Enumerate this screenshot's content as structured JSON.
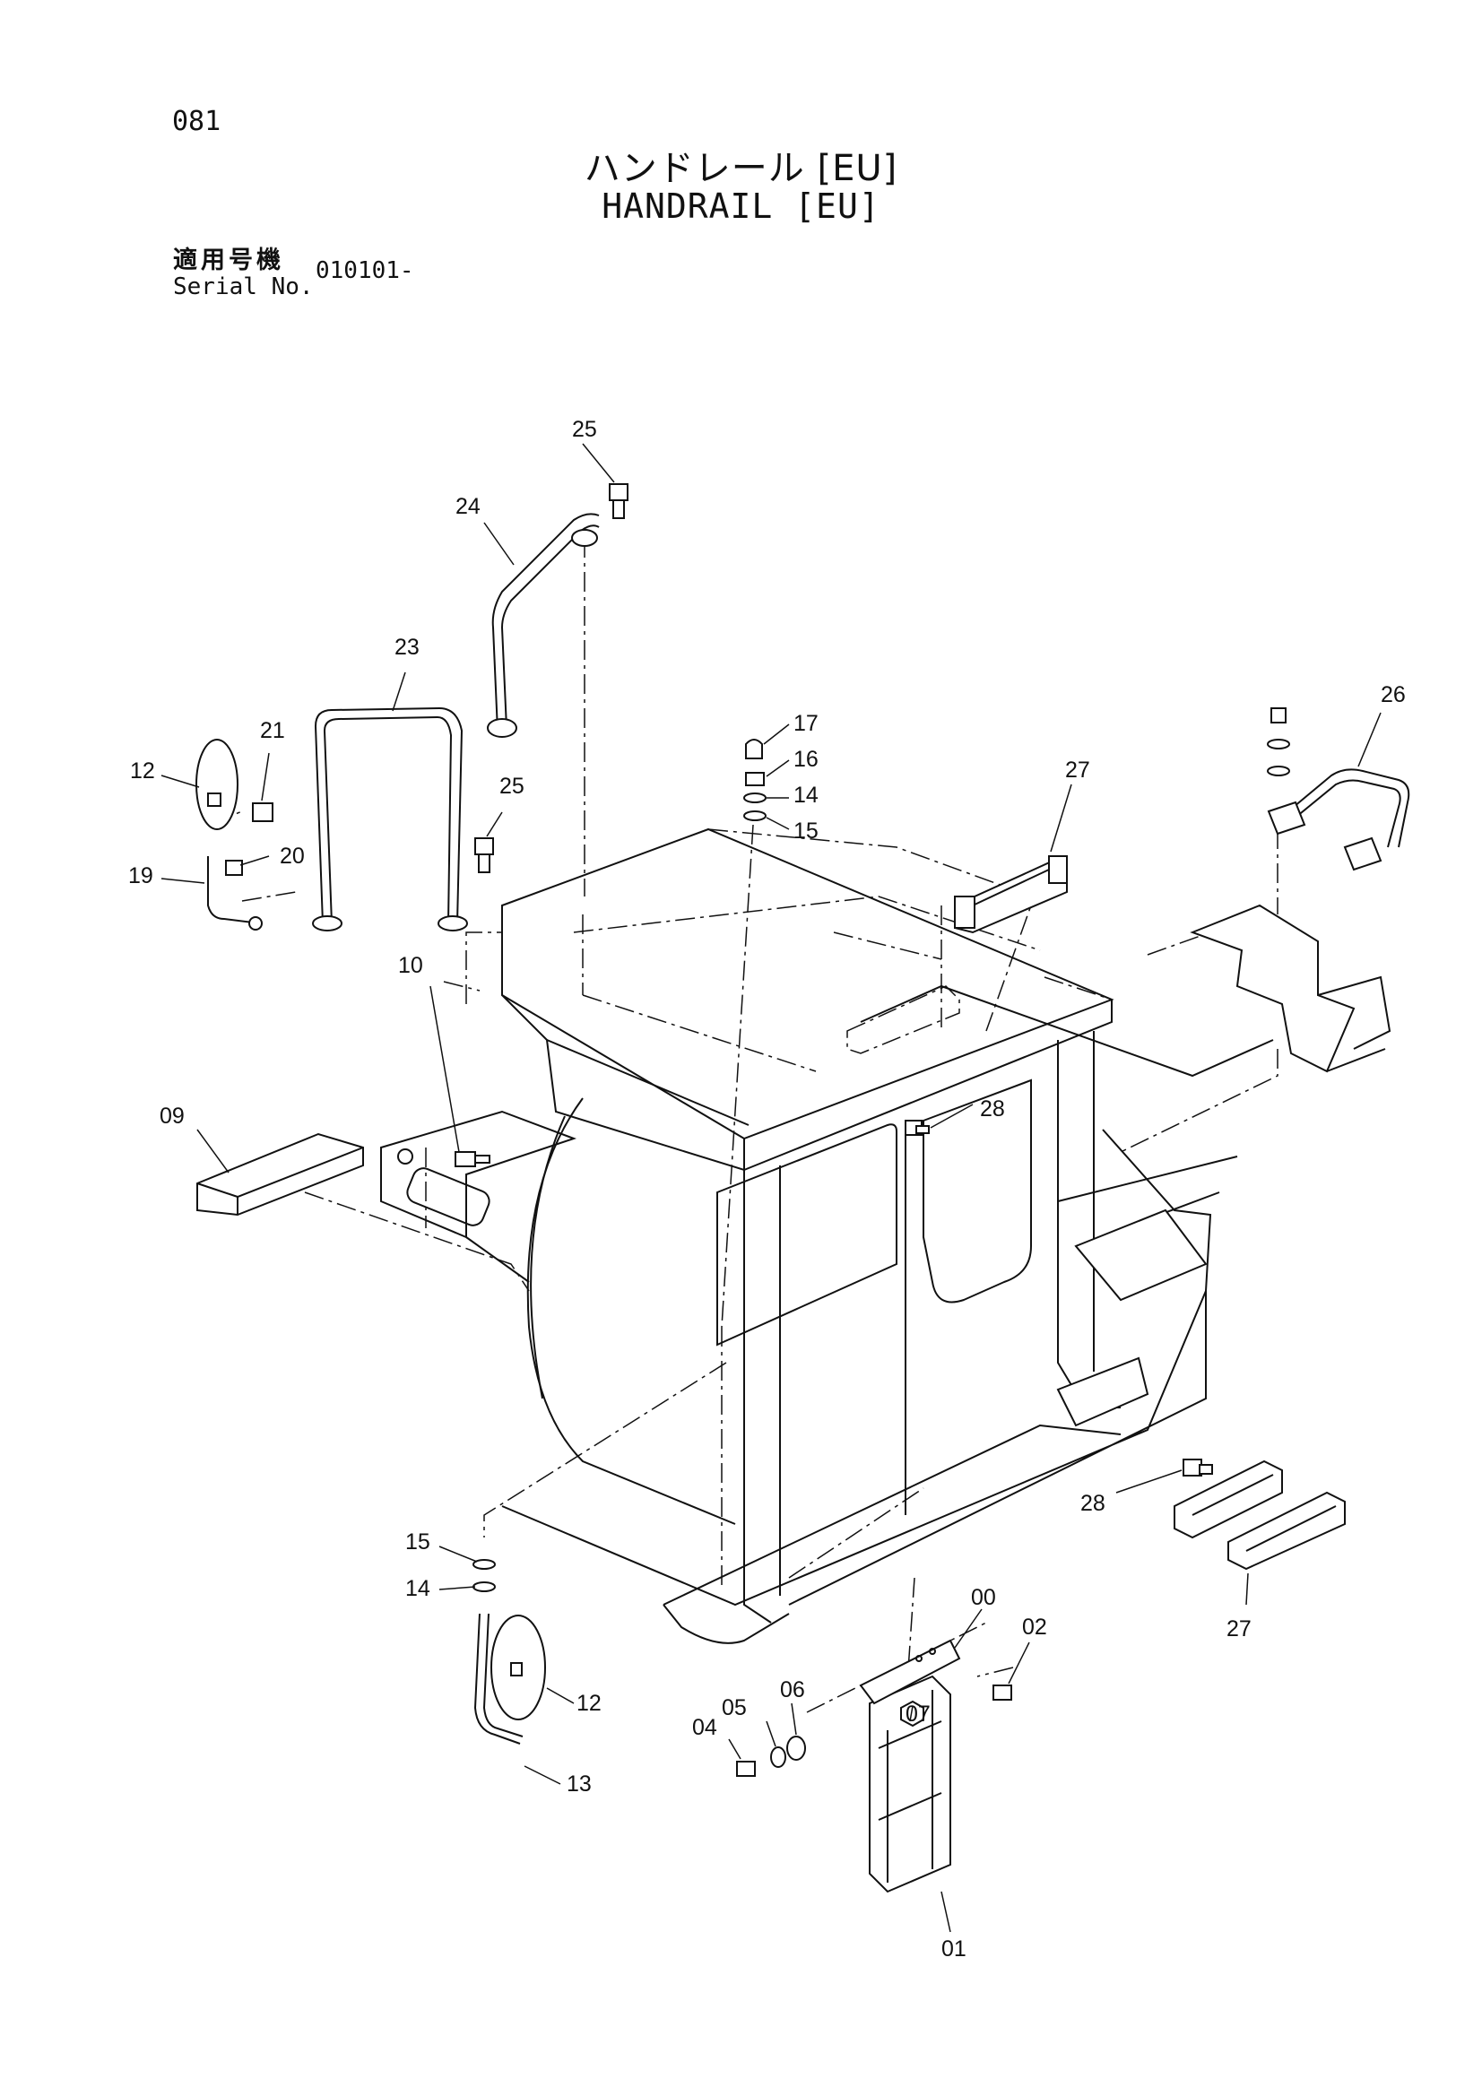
{
  "page_number": "081",
  "title_ja": "ハンドレール [EU]",
  "title_en": "HANDRAIL [EU]",
  "serial": {
    "label_ja": "適用号機",
    "label_en": "Serial No.",
    "value": "010101-"
  },
  "callouts": [
    {
      "id": "c25a",
      "label": "25"
    },
    {
      "id": "c24",
      "label": "24"
    },
    {
      "id": "c23",
      "label": "23"
    },
    {
      "id": "c21",
      "label": "21"
    },
    {
      "id": "c12a",
      "label": "12"
    },
    {
      "id": "c20",
      "label": "20"
    },
    {
      "id": "c19",
      "label": "19"
    },
    {
      "id": "c25b",
      "label": "25"
    },
    {
      "id": "c17",
      "label": "17"
    },
    {
      "id": "c16",
      "label": "16"
    },
    {
      "id": "c14a",
      "label": "14"
    },
    {
      "id": "c15a",
      "label": "15"
    },
    {
      "id": "c27a",
      "label": "27"
    },
    {
      "id": "c26",
      "label": "26"
    },
    {
      "id": "c10",
      "label": "10"
    },
    {
      "id": "c28a",
      "label": "28"
    },
    {
      "id": "c09",
      "label": "09"
    },
    {
      "id": "c28b",
      "label": "28"
    },
    {
      "id": "c27b",
      "label": "27"
    },
    {
      "id": "c15b",
      "label": "15"
    },
    {
      "id": "c14b",
      "label": "14"
    },
    {
      "id": "c00",
      "label": "00"
    },
    {
      "id": "c02",
      "label": "02"
    },
    {
      "id": "c06",
      "label": "06"
    },
    {
      "id": "c05",
      "label": "05"
    },
    {
      "id": "c04",
      "label": "04"
    },
    {
      "id": "c07",
      "label": "07"
    },
    {
      "id": "c12b",
      "label": "12"
    },
    {
      "id": "c13",
      "label": "13"
    },
    {
      "id": "c01",
      "label": "01"
    }
  ]
}
